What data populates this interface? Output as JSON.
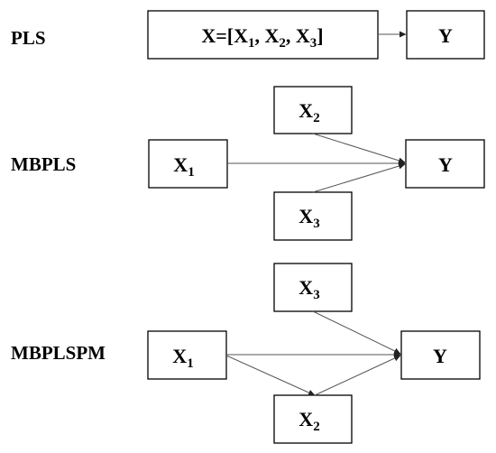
{
  "rows": [
    {
      "label": "PLS",
      "nodes": {
        "x": {
          "base": "X=[X",
          "s1": "1",
          "c1": ", X",
          "s2": "2",
          "c2": ", X",
          "s3": "3",
          "end": "]"
        },
        "y": "Y"
      }
    },
    {
      "label": "MBPLS",
      "nodes": {
        "x2": {
          "base": "X",
          "sub": "2"
        },
        "x1": {
          "base": "X",
          "sub": "1"
        },
        "x3": {
          "base": "X",
          "sub": "3"
        },
        "y": "Y"
      }
    },
    {
      "label": "MBPLSPM",
      "nodes": {
        "x3": {
          "base": "X",
          "sub": "3"
        },
        "x1": {
          "base": "X",
          "sub": "1"
        },
        "x2": {
          "base": "X",
          "sub": "2"
        },
        "y": "Y"
      }
    }
  ],
  "colors": {
    "box_stroke": "#000000",
    "edge": "#555555"
  }
}
